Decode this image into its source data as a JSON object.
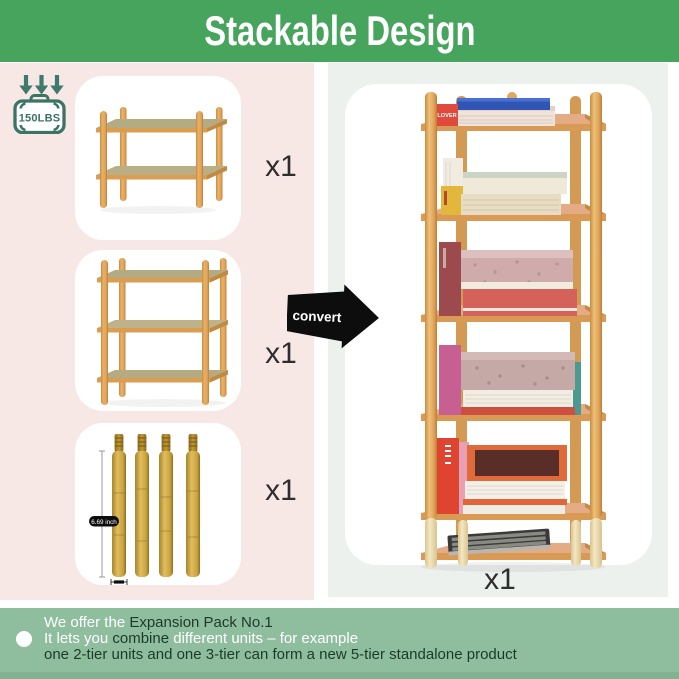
{
  "colors": {
    "header_green": "#46a45c",
    "left_panel_pink": "#f7e8e6",
    "right_panel_gray": "#edf1ee",
    "footer_green": "#8fbe9f",
    "footer_dark_text": "#1c3a29",
    "icon_teal": "#3b7365",
    "bamboo_wood": "#dfa258",
    "arrow_black": "#0d0d0d"
  },
  "header": {
    "title": "Stackable Design"
  },
  "capacity_badge": {
    "label": "150LBS"
  },
  "pack_items": [
    {
      "qty": "x1"
    },
    {
      "qty": "x1"
    },
    {
      "qty": "x1",
      "length_label": "6.69 inch"
    }
  ],
  "convert_arrow": {
    "label": "convert"
  },
  "result_item": {
    "qty": "x1",
    "top_book_spine": "LOVER"
  },
  "footer": {
    "line1": {
      "seg1": "We offer the ",
      "seg2": "Expansion Pack No.1"
    },
    "line2": {
      "seg1": "It lets you ",
      "seg2": "combine",
      "seg3": " different units – for example"
    },
    "line3": {
      "seg1": "one 2-tier units and one 3-tier can form a new 5-tier standalone product"
    }
  }
}
